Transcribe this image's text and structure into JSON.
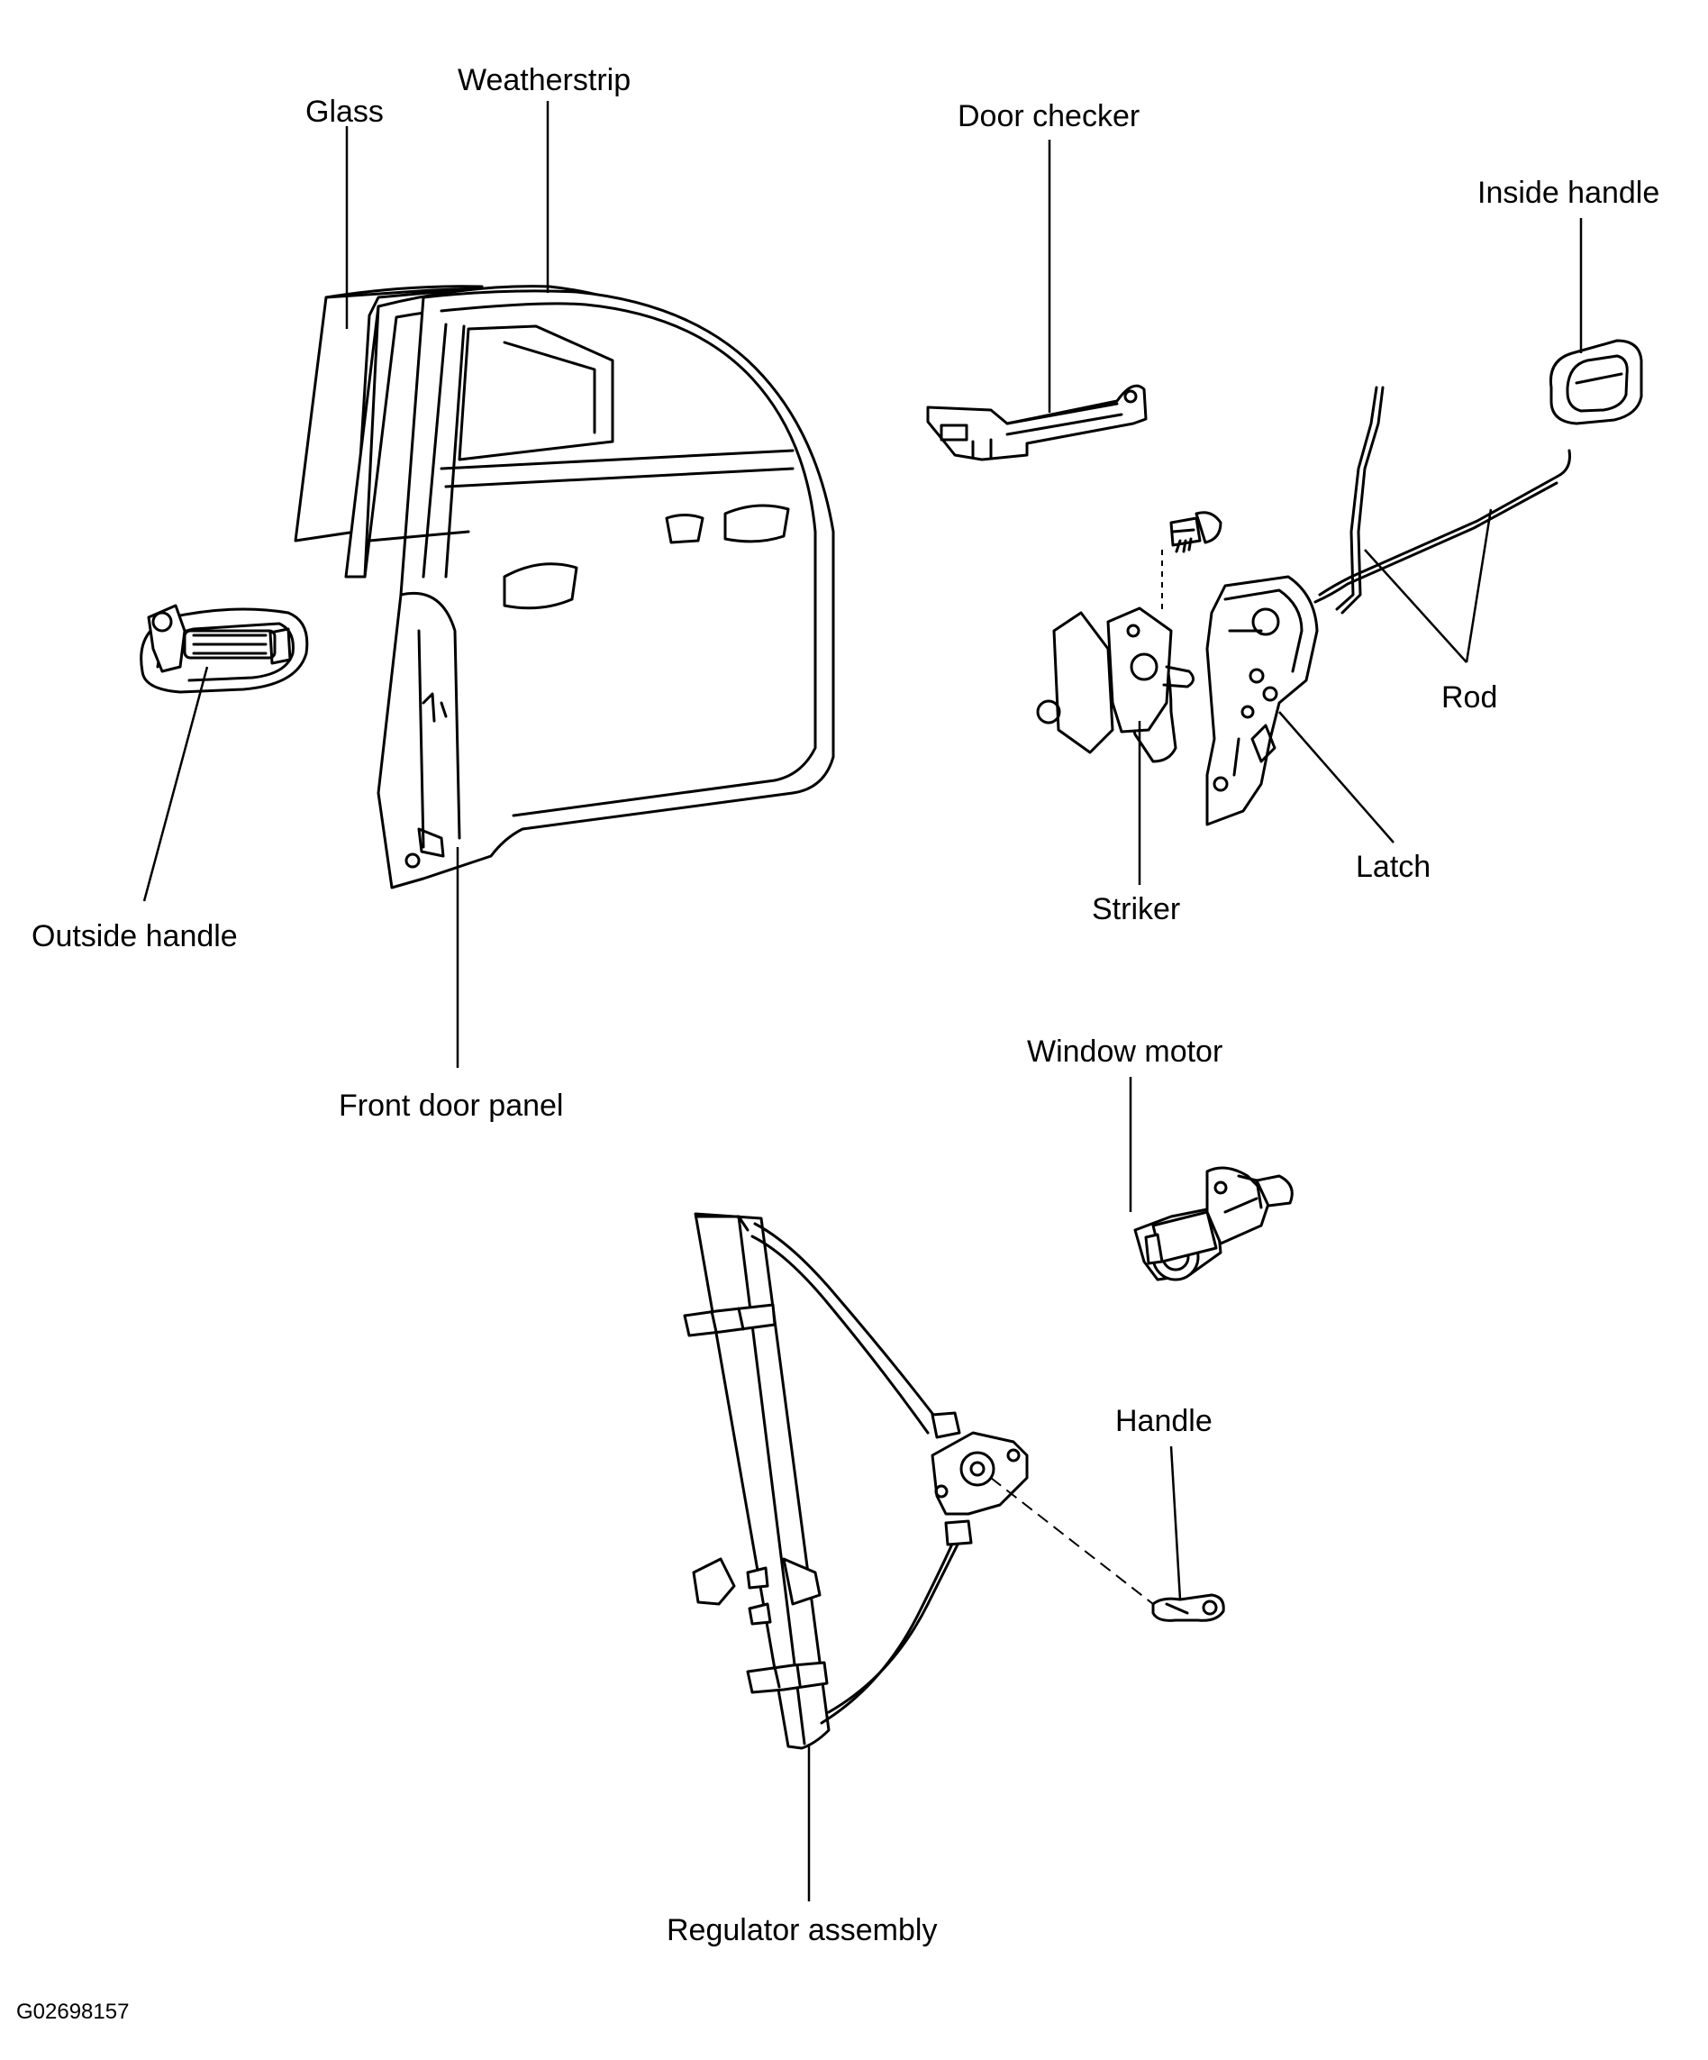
{
  "labels": {
    "glass": "Glass",
    "weatherstrip": "Weatherstrip",
    "door_checker": "Door checker",
    "inside_handle": "Inside handle",
    "outside_handle": "Outside handle",
    "front_door_panel": "Front door panel",
    "rod": "Rod",
    "latch": "Latch",
    "striker": "Striker",
    "window_motor": "Window motor",
    "handle": "Handle",
    "regulator_assembly": "Regulator assembly"
  },
  "figure_code": "G02698157"
}
